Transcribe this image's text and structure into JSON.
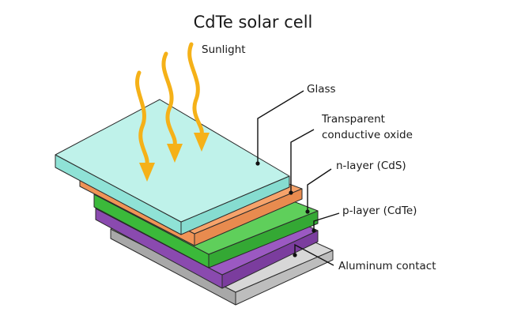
{
  "title": "CdTe solar cell",
  "sunlight_label": "Sunlight",
  "colors": {
    "sun_ray": "#f5b118",
    "glass": "#bff2ea",
    "tco": "#f6a36b",
    "n_layer": "#5fcf5b",
    "p_layer": "#9b59c2",
    "aluminum": "#d7d7d7"
  },
  "layers": [
    {
      "id": "glass",
      "label": "Glass"
    },
    {
      "id": "tco",
      "label": "Transparent conductive oxide"
    },
    {
      "id": "n-layer",
      "label": "n-layer (CdS)"
    },
    {
      "id": "p-layer",
      "label": "p-layer (CdTe)"
    },
    {
      "id": "aluminum",
      "label": "Aluminum contact"
    }
  ],
  "labels": {
    "glass": "Glass",
    "tco_line1": "Transparent",
    "tco_line2": "conductive oxide",
    "n_layer": "n-layer (CdS)",
    "p_layer": "p-layer (CdTe)",
    "aluminum": "Aluminum contact"
  }
}
